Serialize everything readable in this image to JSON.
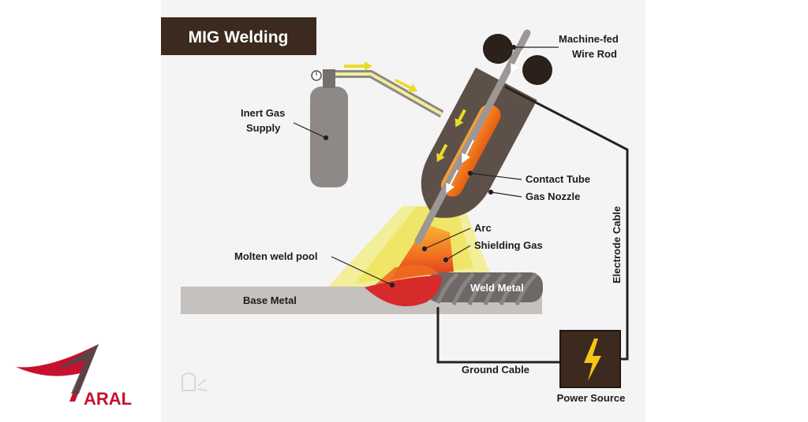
{
  "title": "MIG Welding",
  "labels": {
    "wire": "Machine-fed",
    "wire_line2": "Wire Rod",
    "gas_supply": "Inert Gas",
    "gas_supply_line2": "Supply",
    "contact_tube": "Contact Tube",
    "gas_nozzle": "Gas Nozzle",
    "arc": "Arc",
    "shielding_gas": "Shielding Gas",
    "molten_pool": "Molten weld pool",
    "weld_metal": "Weld Metal",
    "base_metal": "Base Metal",
    "electrode_cable": "Electrode Cable",
    "ground_cable": "Ground Cable",
    "power_source": "Power Source"
  },
  "brand": {
    "name": "ARAL"
  },
  "colors": {
    "panel": "#f4f4f4",
    "title_bg": "#3b2a1d",
    "nozzle": "#5d5048",
    "cylinder": "#8e8986",
    "arrow": "#e8dc26",
    "brand_red": "#c8102e"
  }
}
